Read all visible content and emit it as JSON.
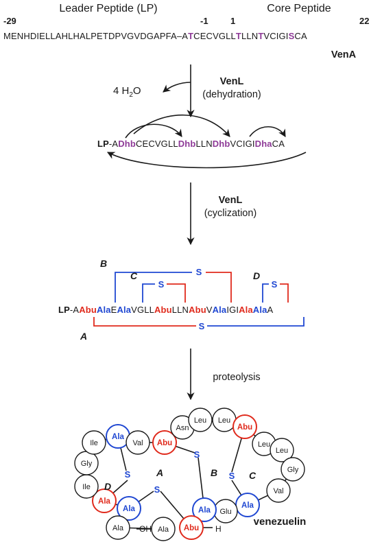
{
  "header": {
    "leader_label": "Leader Peptide (LP)",
    "core_label": "Core Peptide",
    "pos_start": "-29",
    "pos_minus1": "-1",
    "pos_1": "1",
    "pos_22": "22"
  },
  "precursor": {
    "leader_seq": "MENHDIELLAHLHALPETDPVGVDGAPFA–",
    "core_parts": [
      {
        "text": "A",
        "color": "black"
      },
      {
        "text": "T",
        "color": "purple"
      },
      {
        "text": "CECVGLL",
        "color": "black"
      },
      {
        "text": "T",
        "color": "purple"
      },
      {
        "text": "LLN",
        "color": "black"
      },
      {
        "text": "T",
        "color": "purple"
      },
      {
        "text": "VCIGI",
        "color": "black"
      },
      {
        "text": "S",
        "color": "purple"
      },
      {
        "text": "CA",
        "color": "black"
      }
    ],
    "name": "VenA"
  },
  "step1": {
    "enzyme": "VenL",
    "process": "(dehydration)",
    "byproduct": "4 H",
    "byproduct_sub": "2",
    "byproduct_tail": "O"
  },
  "dehydrated": {
    "parts": [
      {
        "text": "LP",
        "style": "bold"
      },
      {
        "text": "-A",
        "style": "normal"
      },
      {
        "text": "Dhb",
        "style": "purple-bold"
      },
      {
        "text": "CECVGLL",
        "style": "normal"
      },
      {
        "text": "Dhb",
        "style": "purple-bold"
      },
      {
        "text": "LLN",
        "style": "normal"
      },
      {
        "text": "Dhb",
        "style": "purple-bold"
      },
      {
        "text": "VCIGI",
        "style": "normal"
      },
      {
        "text": "Dha",
        "style": "purple-bold"
      },
      {
        "text": "CA",
        "style": "normal"
      }
    ]
  },
  "step2": {
    "enzyme": "VenL",
    "process": "(cyclization)"
  },
  "cyclized": {
    "parts": [
      {
        "text": "LP",
        "style": "bold"
      },
      {
        "text": "-A",
        "style": "normal"
      },
      {
        "text": "Abu",
        "style": "red-bold"
      },
      {
        "text": "Ala",
        "style": "blue-bold"
      },
      {
        "text": "E",
        "style": "normal"
      },
      {
        "text": "Ala",
        "style": "blue-bold"
      },
      {
        "text": "VGLL",
        "style": "normal"
      },
      {
        "text": "Abu",
        "style": "red-bold"
      },
      {
        "text": "LLN",
        "style": "normal"
      },
      {
        "text": "Abu",
        "style": "red-bold"
      },
      {
        "text": "V",
        "style": "normal"
      },
      {
        "text": "Ala",
        "style": "blue-bold"
      },
      {
        "text": "IGI",
        "style": "normal"
      },
      {
        "text": "Ala",
        "style": "red-bold"
      },
      {
        "text": "Ala",
        "style": "blue-bold"
      },
      {
        "text": "A",
        "style": "normal"
      }
    ],
    "rings": [
      "A",
      "B",
      "C",
      "D"
    ],
    "sulfur": "S"
  },
  "step3": {
    "process": "proteolysis"
  },
  "product": {
    "name": "venezuelin",
    "residues": [
      {
        "label": "Ala",
        "type": "blue"
      },
      {
        "label": "Val",
        "type": "black"
      },
      {
        "label": "Abu",
        "type": "red"
      },
      {
        "label": "Asn",
        "type": "black"
      },
      {
        "label": "Leu",
        "type": "black"
      },
      {
        "label": "Leu",
        "type": "black"
      },
      {
        "label": "Abu",
        "type": "red"
      },
      {
        "label": "Leu",
        "type": "black"
      },
      {
        "label": "Leu",
        "type": "black"
      },
      {
        "label": "Gly",
        "type": "black"
      },
      {
        "label": "Val",
        "type": "black"
      },
      {
        "label": "Ala",
        "type": "blue"
      },
      {
        "label": "Glu",
        "type": "black"
      },
      {
        "label": "Ala",
        "type": "blue"
      },
      {
        "label": "Abu",
        "type": "red"
      },
      {
        "label": "Ala",
        "type": "black"
      },
      {
        "label": "Ala",
        "type": "blue"
      },
      {
        "label": "Ala",
        "type": "red"
      },
      {
        "label": "Ile",
        "type": "black"
      },
      {
        "label": "Gly",
        "type": "black"
      },
      {
        "label": "Ile",
        "type": "black"
      },
      {
        "label": "Ala",
        "type": "black"
      }
    ],
    "n_terminus": "H",
    "c_terminus": "OH",
    "ring_labels": [
      "A",
      "B",
      "C",
      "D"
    ],
    "sulfur": "S"
  },
  "colors": {
    "purple": "#8e3a97",
    "red": "#e02a1c",
    "blue": "#1f47d2",
    "black": "#1a1a1a"
  }
}
